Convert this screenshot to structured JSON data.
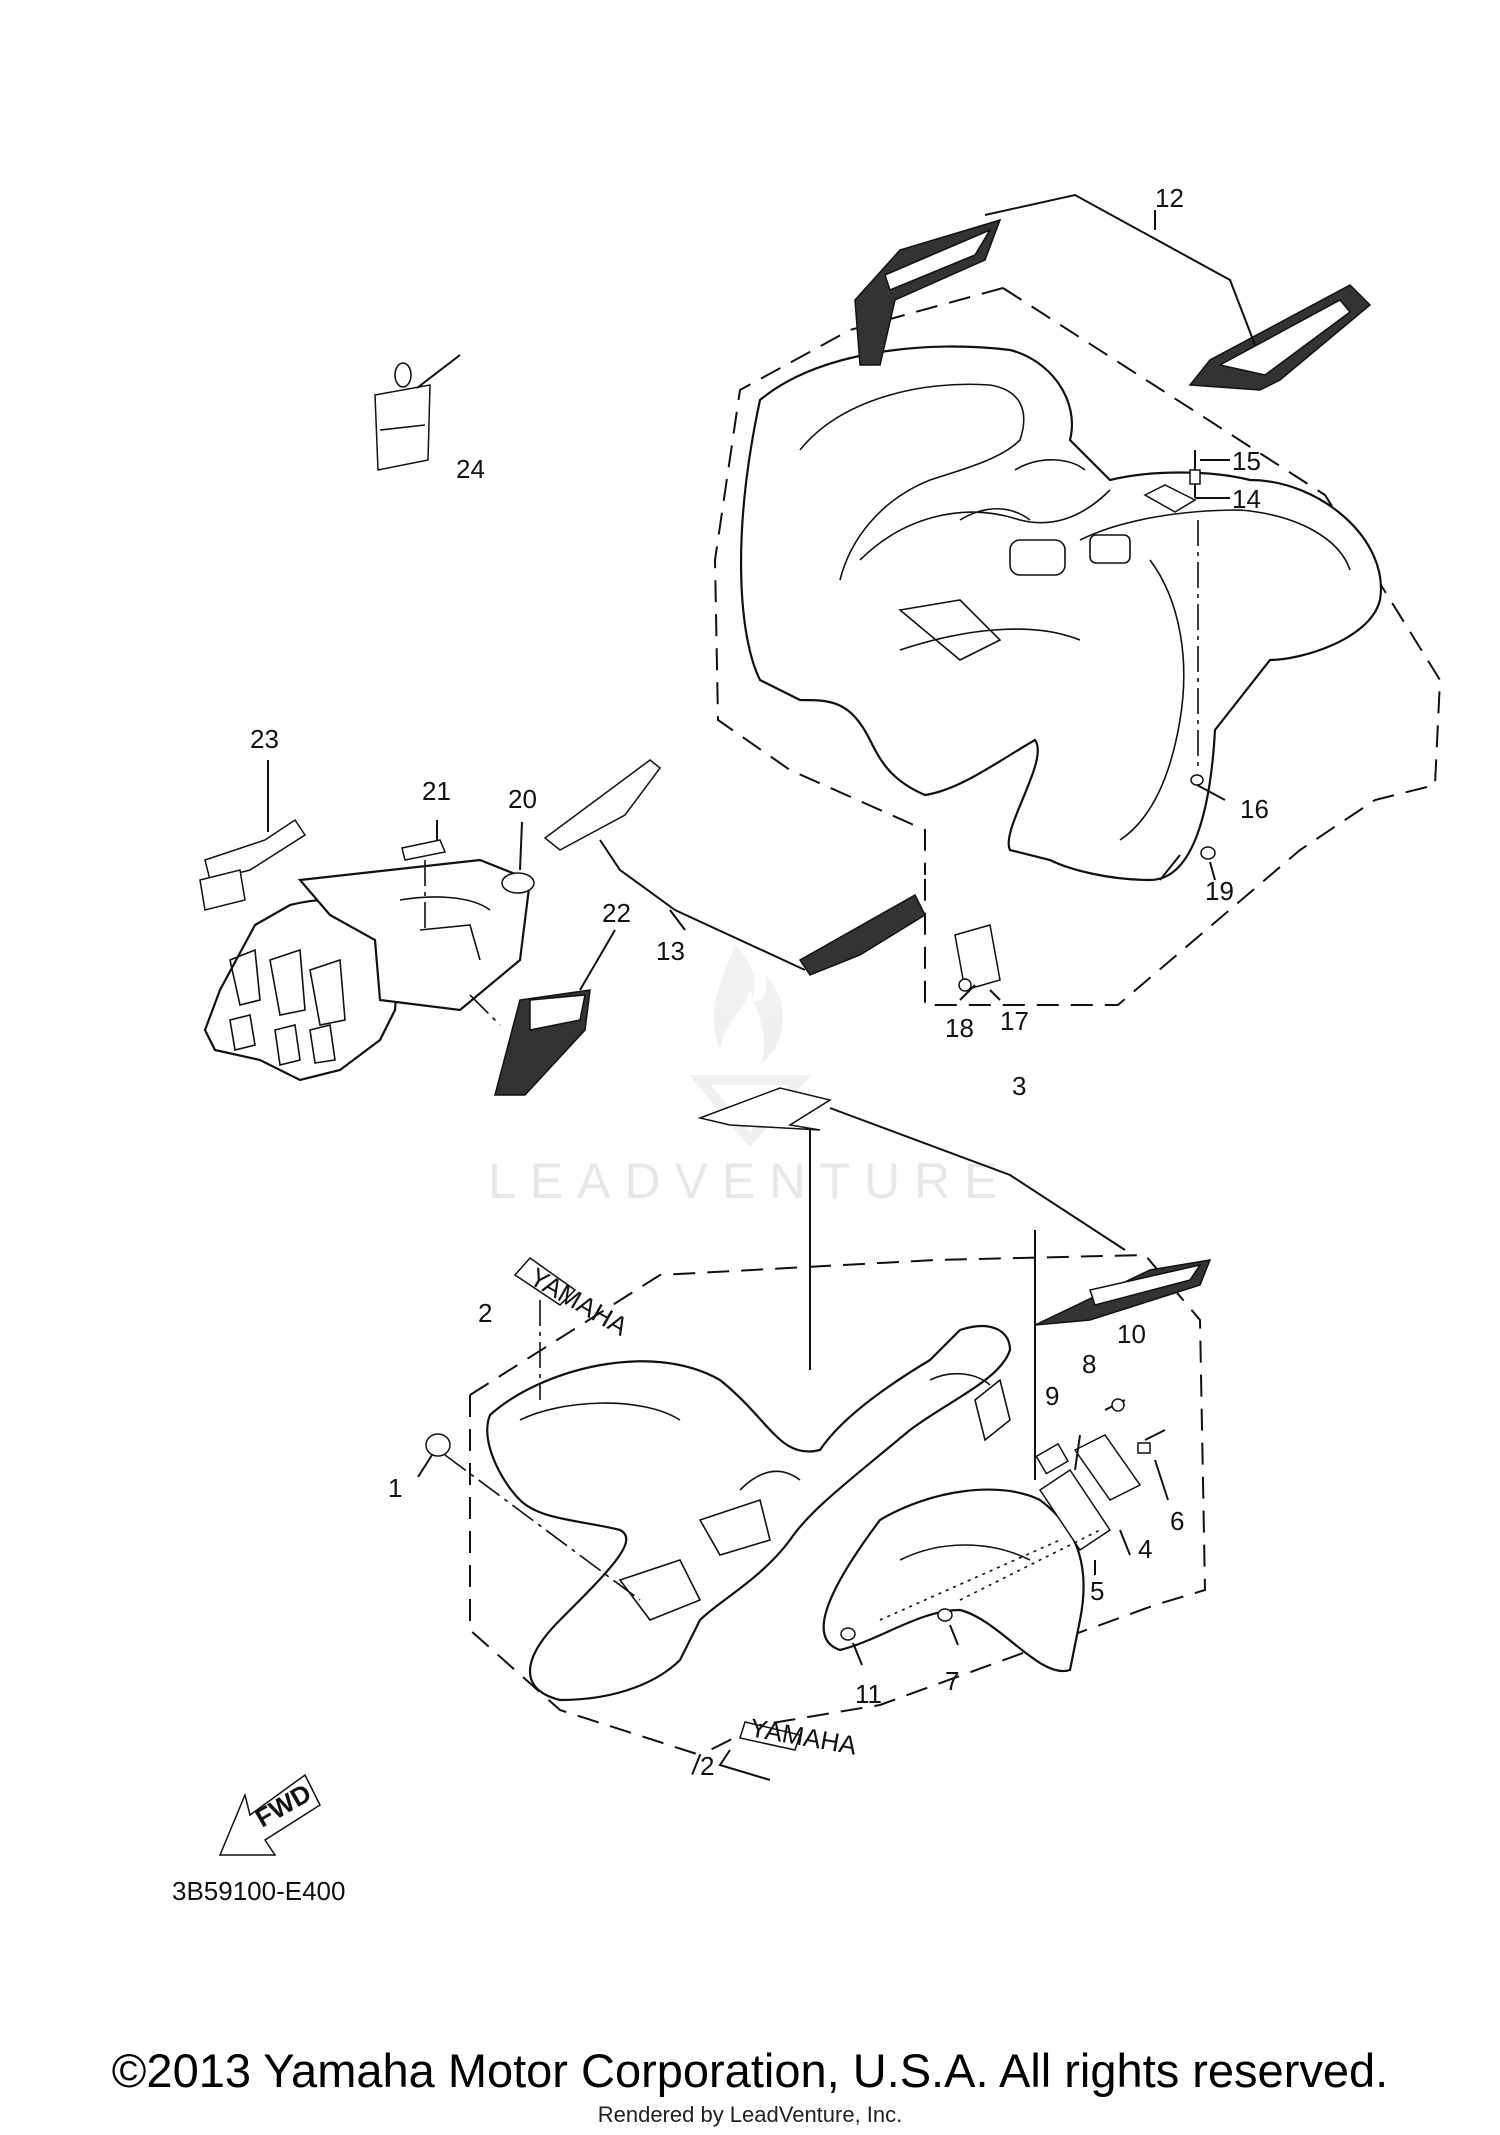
{
  "drawing_code": "3B59100-E400",
  "copyright": "©2013 Yamaha Motor Corporation, U.S.A. All rights reserved.",
  "rendered_by": "Rendered by LeadVenture, Inc.",
  "watermark": "LEADVENTURE",
  "fwd_arrow_text": "FWD",
  "decal_text": {
    "yamaha": "YAMAHA"
  },
  "callouts": [
    {
      "id": "1",
      "text": "1"
    },
    {
      "id": "2a",
      "text": "2"
    },
    {
      "id": "2b",
      "text": "2"
    },
    {
      "id": "3",
      "text": "3"
    },
    {
      "id": "4",
      "text": "4"
    },
    {
      "id": "5",
      "text": "5"
    },
    {
      "id": "6",
      "text": "6"
    },
    {
      "id": "7",
      "text": "7"
    },
    {
      "id": "8",
      "text": "8"
    },
    {
      "id": "9",
      "text": "9"
    },
    {
      "id": "10",
      "text": "10"
    },
    {
      "id": "11",
      "text": "11"
    },
    {
      "id": "12",
      "text": "12"
    },
    {
      "id": "13",
      "text": "13"
    },
    {
      "id": "14",
      "text": "14"
    },
    {
      "id": "15",
      "text": "15"
    },
    {
      "id": "16",
      "text": "16"
    },
    {
      "id": "17",
      "text": "17"
    },
    {
      "id": "18",
      "text": "18"
    },
    {
      "id": "19",
      "text": "19"
    },
    {
      "id": "20",
      "text": "20"
    },
    {
      "id": "21",
      "text": "21"
    },
    {
      "id": "22",
      "text": "22"
    },
    {
      "id": "23",
      "text": "23"
    },
    {
      "id": "24",
      "text": "24"
    }
  ]
}
